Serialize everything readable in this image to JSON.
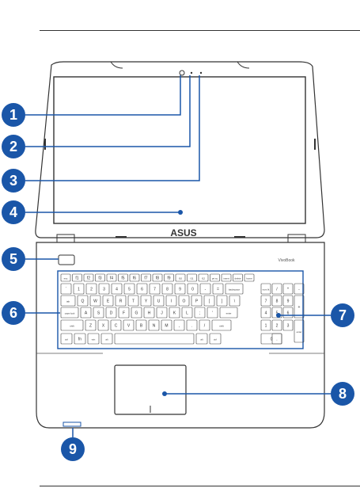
{
  "brand_logo": "ASUS",
  "model_mark": "VivoBook",
  "callouts": [
    "1",
    "2",
    "3",
    "4",
    "5",
    "6",
    "7",
    "8",
    "9"
  ],
  "colors": {
    "callout": "#1a56a8",
    "outline": "#333333",
    "keyboard_highlight": "#1a56a8"
  },
  "keyboard": {
    "fn_row": [
      "esc",
      "f1",
      "f2",
      "f3",
      "f4",
      "f5",
      "f6",
      "f7",
      "f8",
      "f9",
      "f10",
      "f11",
      "f12",
      "prt sc",
      "insert",
      "delete",
      "home"
    ],
    "num_row": [
      "`",
      "1",
      "2",
      "3",
      "4",
      "5",
      "6",
      "7",
      "8",
      "9",
      "0",
      "-",
      "=",
      "backspace"
    ],
    "q_row": [
      "tab",
      "Q",
      "W",
      "E",
      "R",
      "T",
      "Y",
      "U",
      "I",
      "O",
      "P",
      "[",
      "]",
      "\\"
    ],
    "a_row": [
      "caps lock",
      "A",
      "S",
      "D",
      "F",
      "G",
      "H",
      "J",
      "K",
      "L",
      ";",
      "'",
      "enter"
    ],
    "z_row": [
      "shift",
      "Z",
      "X",
      "C",
      "V",
      "B",
      "N",
      "M",
      ",",
      ".",
      "/",
      "shift"
    ],
    "space_row": [
      "ctrl",
      "fn",
      "win",
      "alt",
      "",
      "alt",
      "ctrl"
    ],
    "numpad": [
      "num lk",
      "/",
      "*",
      "-",
      "7",
      "8",
      "9",
      "+",
      "4",
      "5",
      "6",
      "1",
      "2",
      "3",
      "enter",
      "0",
      "."
    ]
  }
}
